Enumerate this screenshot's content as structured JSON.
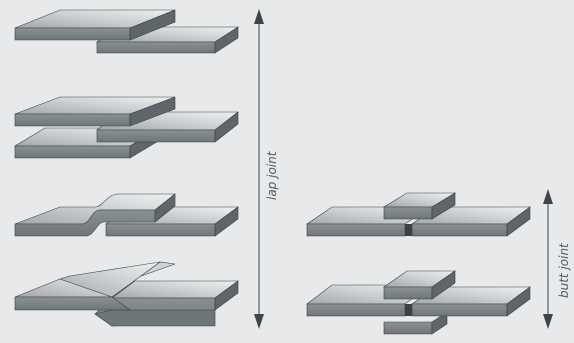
{
  "labels": {
    "lap": "lap joint",
    "butt": "butt joint"
  },
  "colors": {
    "background": "#e7e9ea",
    "top_light": "#e4e6e7",
    "top_dark": "#a3a7aa",
    "front": "#7d8488",
    "side": "#5e666b",
    "edge": "#3a4043",
    "arrow": "#3f4447"
  },
  "diagrams": [
    {
      "name": "simple-lap-joint",
      "group": "lap"
    },
    {
      "name": "double-lap-joint",
      "group": "lap"
    },
    {
      "name": "joggled-lap-joint",
      "group": "lap"
    },
    {
      "name": "beveled-lap-joint",
      "group": "lap"
    },
    {
      "name": "single-strap-butt-joint",
      "group": "butt"
    },
    {
      "name": "double-strap-butt-joint",
      "group": "butt"
    }
  ]
}
